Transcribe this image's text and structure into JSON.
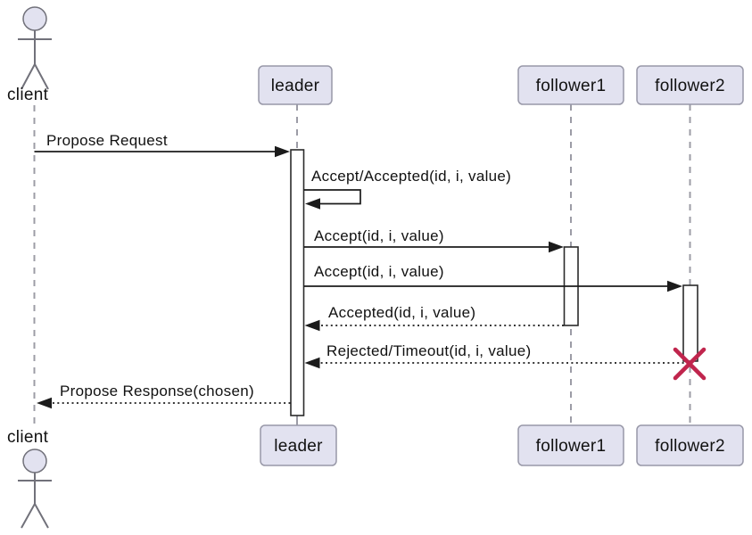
{
  "diagram_type": "uml-sequence-diagram",
  "palette": {
    "background": "#FFFFFF",
    "participant_fill": "#E2E2F0",
    "participant_border": "#9898A8",
    "lifeline": "#9C9CA6",
    "message_line": "#1B1B1B",
    "activation_fill": "#FFFFFF",
    "activation_border": "#2B2B2B",
    "destroy_x": "#C0254D",
    "actor_stroke": "#71717A",
    "text": "#111111"
  },
  "actor": {
    "id": "client",
    "top_label": "client",
    "bottom_label": "client"
  },
  "participants": [
    {
      "id": "leader",
      "top_label": "leader",
      "bottom_label": "leader"
    },
    {
      "id": "follower1",
      "top_label": "follower1",
      "bottom_label": "follower1"
    },
    {
      "id": "follower2",
      "top_label": "follower2",
      "bottom_label": "follower2"
    }
  ],
  "messages": [
    {
      "label": "Propose Request",
      "from": "client",
      "to": "leader",
      "line": "solid",
      "arrow": "filled"
    },
    {
      "label": "Accept/Accepted(id, i, value)",
      "from": "leader",
      "to": "leader",
      "line": "solid-self",
      "arrow": "filled"
    },
    {
      "label": "Accept(id, i, value)",
      "from": "leader",
      "to": "follower1",
      "line": "solid",
      "arrow": "filled"
    },
    {
      "label": "Accept(id, i, value)",
      "from": "leader",
      "to": "follower2",
      "line": "solid",
      "arrow": "filled"
    },
    {
      "label": "Accepted(id, i, value)",
      "from": "follower1",
      "to": "leader",
      "line": "dotted",
      "arrow": "filled"
    },
    {
      "label": "Rejected/Timeout(id, i, value)",
      "from": "follower2",
      "to": "leader",
      "line": "dotted",
      "arrow": "filled",
      "end_marker": "destroy-x"
    },
    {
      "label": "Propose Response(chosen)",
      "from": "leader",
      "to": "client",
      "line": "dotted",
      "arrow": "filled"
    }
  ]
}
